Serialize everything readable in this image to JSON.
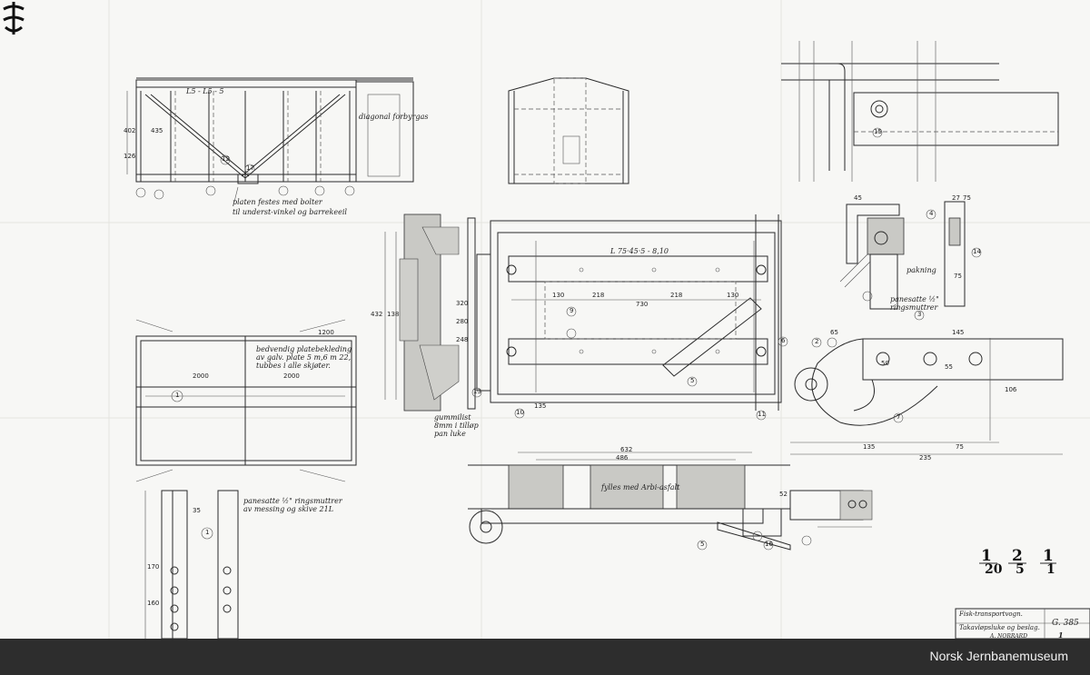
{
  "drawing": {
    "annotations": {
      "diagonal_stays": "diagonal forbyrgas",
      "plate_fixing": "platen festes med bolter",
      "plate_fixing_2": "til underst-vinkel og barrekeeil",
      "floor_plating": "bedvendig platebekleding av galv. plate 5 m,6 m 22, tubbes i alle skjøter.",
      "packing": "pakning",
      "screw_nuts": "panesatte ½\" ringsmuttrer",
      "screw_nuts_brass": "panesatte ½\" ringsmuttrer av messing og skive 21L",
      "rubber_strip": "gummilist 8mm i tilløp pan luke",
      "fill": "fylles med Arbi-asfalt",
      "angle_profile": "L 75·45·5 - 8,10",
      "top_angle": "L5 - L5 - 5"
    },
    "dimensions": [
      "2000",
      "2000",
      "730",
      "218",
      "218",
      "130",
      "130",
      "632",
      "486",
      "145",
      "135",
      "235",
      "75",
      "106",
      "55",
      "65",
      "45",
      "27",
      "50",
      "75",
      "126",
      "402",
      "435",
      "135",
      "170",
      "35",
      "160",
      "1200",
      "432",
      "138",
      "320",
      "280",
      "248",
      "75",
      "52"
    ],
    "part_numbers": [
      "1",
      "1",
      "2",
      "3",
      "4",
      "5",
      "5",
      "6",
      "7",
      "9",
      "10",
      "11",
      "12",
      "13",
      "14",
      "15",
      "16",
      "17"
    ]
  },
  "scales": {
    "s1_num": "1",
    "s1_den": "20",
    "s2_num": "2",
    "s2_den": "5",
    "s3_num": "1",
    "s3_den": "1"
  },
  "title_block": {
    "line1": "Fisk-transportvogn.",
    "line2": "Takavløpsluke og beslag.",
    "line3": "A. NORRARD",
    "number": "G. 385",
    "sheet": "1"
  },
  "footer": {
    "credit": "Norsk Jernbanemuseum"
  }
}
